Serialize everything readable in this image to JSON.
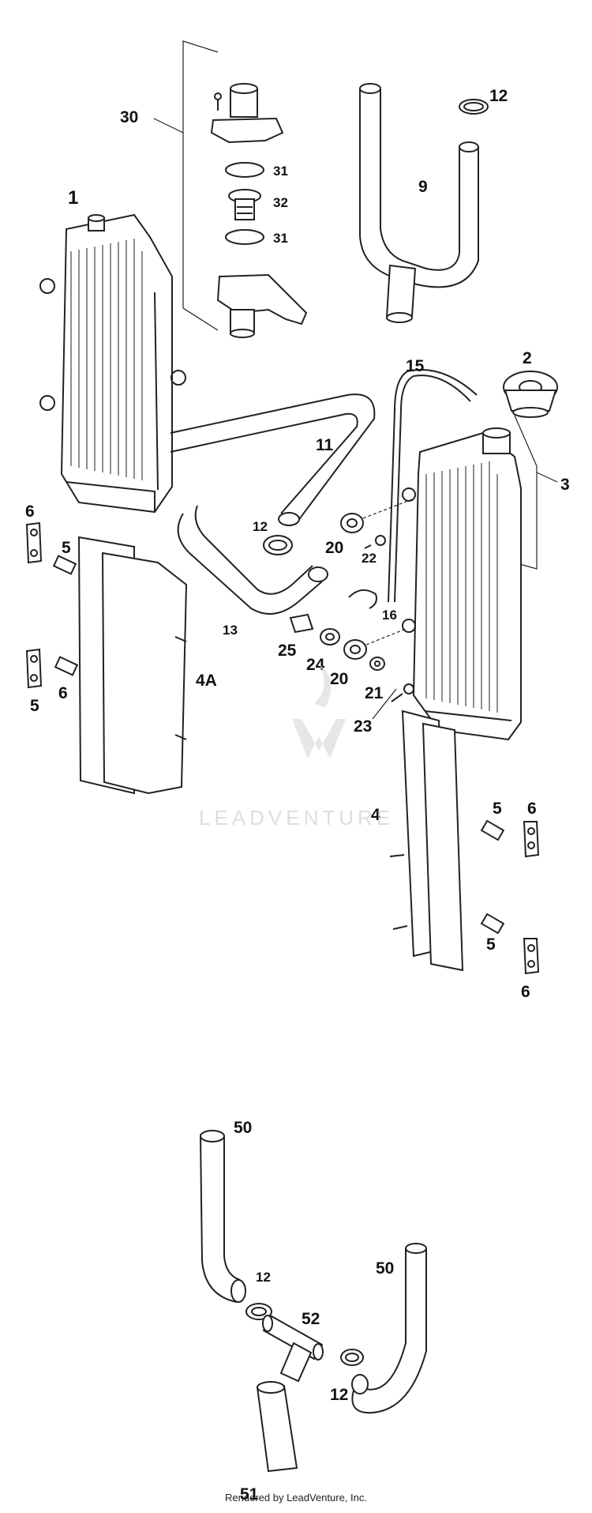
{
  "watermark": "LEADVENTURE",
  "footer": "Rendered by LeadVenture, Inc.",
  "callouts": {
    "c30": "30",
    "c31a": "31",
    "c32": "32",
    "c31b": "31",
    "c12a": "12",
    "c9": "9",
    "c1": "1",
    "c15": "15",
    "c2": "2",
    "c3": "3",
    "c11": "11",
    "c6a": "6",
    "c5a": "5",
    "c12b": "12",
    "c20a": "20",
    "c22": "22",
    "c16": "16",
    "c13": "13",
    "c25": "25",
    "c24": "24",
    "c20b": "20",
    "c21": "21",
    "c4a": "4A",
    "c5b": "5",
    "c6b": "6",
    "c23": "23",
    "c4": "4",
    "c5c": "5",
    "c6c": "6",
    "c5d": "5",
    "c6d": "6",
    "c50a": "50",
    "c50b": "50",
    "c12c": "12",
    "c52": "52",
    "c12d": "12",
    "c51": "51"
  }
}
